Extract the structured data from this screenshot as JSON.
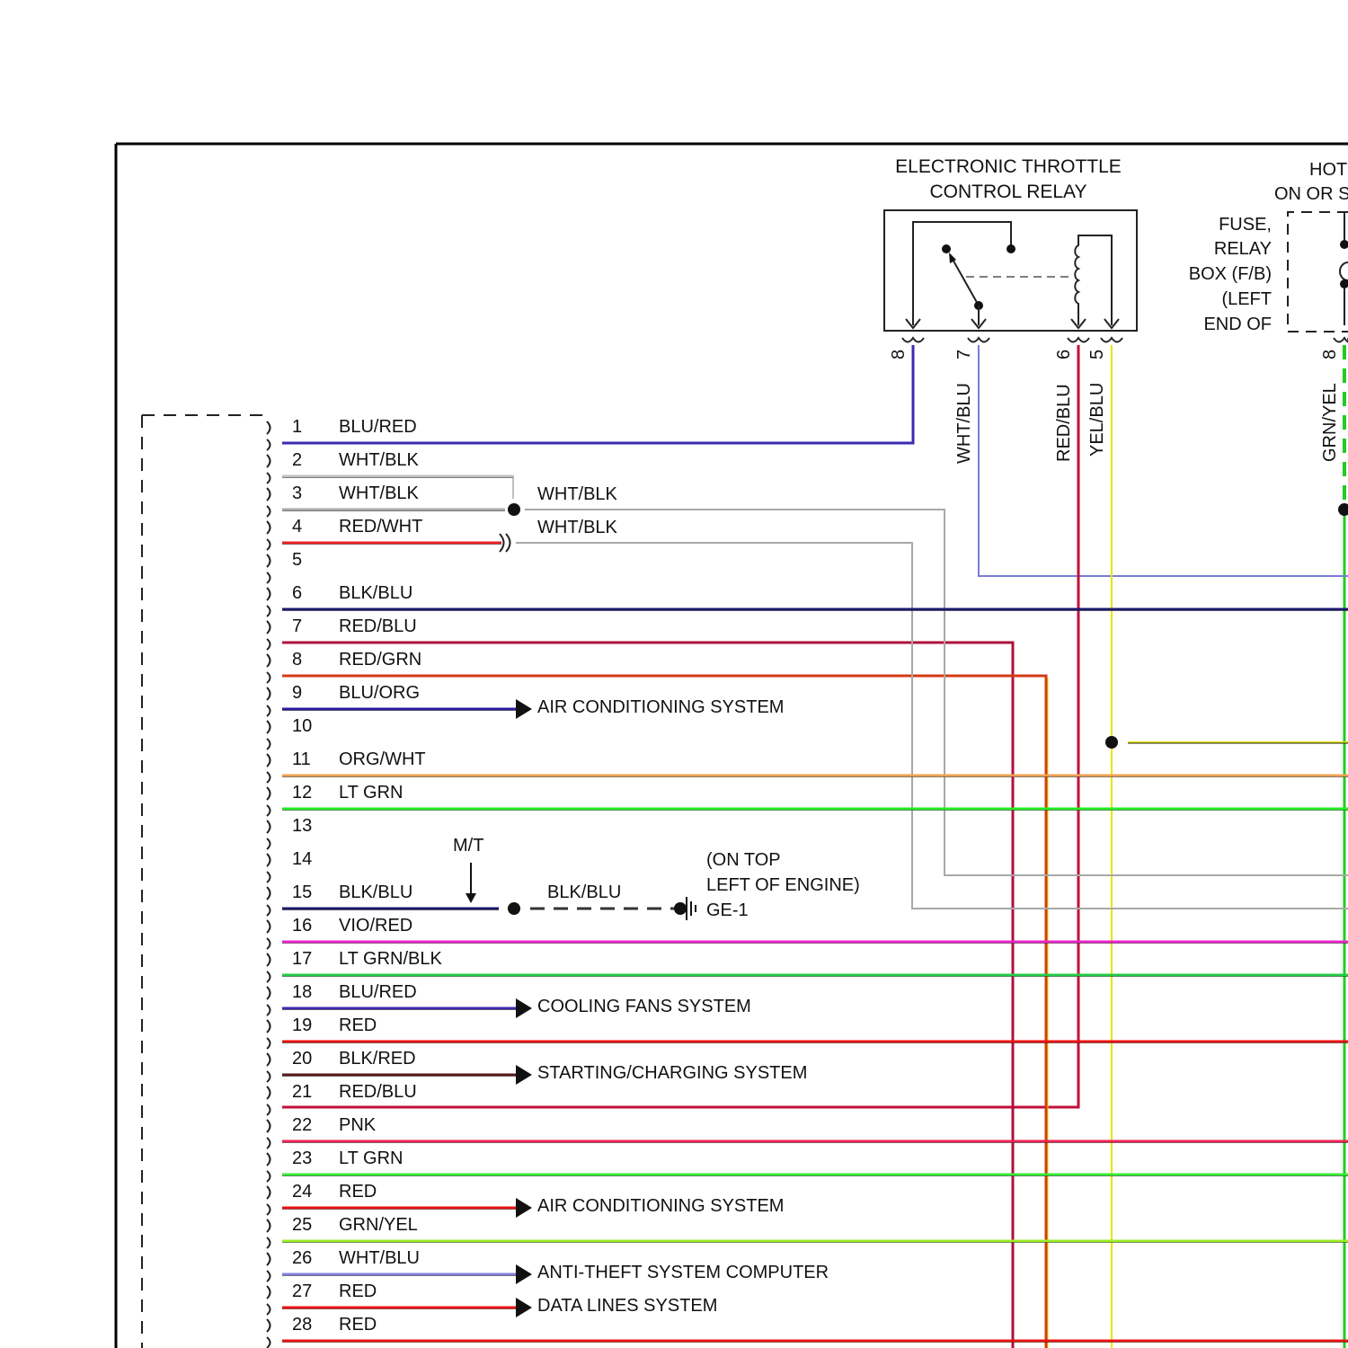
{
  "relay": {
    "title_line1": "ELECTRONIC THROTTLE",
    "title_line2": "CONTROL RELAY",
    "pins": [
      {
        "pin": "8",
        "wire": "",
        "color": "#3a1fa8"
      },
      {
        "pin": "7",
        "wire": "WHT/BLU",
        "color": "#7b7bd6"
      },
      {
        "pin": "6",
        "wire": "RED/BLU",
        "color": "#b0103a"
      },
      {
        "pin": "5",
        "wire": "YEL/BLU",
        "color": "#e6e600"
      }
    ]
  },
  "fuse_box": {
    "heading_line1": "HOT",
    "heading_line2": "ON OR S",
    "label_lines": [
      "FUSE,",
      "RELAY",
      "BOX (F/B)",
      "(LEFT",
      "END OF"
    ],
    "pin": "8",
    "wire": "GRN/YEL",
    "color": "#22cc22"
  },
  "connector_rows": [
    {
      "num": "1",
      "wire": "BLU/RED",
      "color": "#3b2bb0"
    },
    {
      "num": "2",
      "wire": "WHT/BLK",
      "color": "#c0c0c0"
    },
    {
      "num": "3",
      "wire": "WHT/BLK",
      "color": "#a8a8a8"
    },
    {
      "num": "4",
      "wire": "RED/WHT",
      "color": "#ee2222"
    },
    {
      "num": "5",
      "wire": "",
      "color": ""
    },
    {
      "num": "6",
      "wire": "BLK/BLU",
      "color": "#1a1a6e"
    },
    {
      "num": "7",
      "wire": "RED/BLU",
      "color": "#b0103a"
    },
    {
      "num": "8",
      "wire": "RED/GRN",
      "color": "#d43a14"
    },
    {
      "num": "9",
      "wire": "BLU/ORG",
      "color": "#2a1a9e"
    },
    {
      "num": "10",
      "wire": "",
      "color": ""
    },
    {
      "num": "11",
      "wire": "ORG/WHT",
      "color": "#f0a050"
    },
    {
      "num": "12",
      "wire": "LT GRN",
      "color": "#22ee22"
    },
    {
      "num": "13",
      "wire": "",
      "color": ""
    },
    {
      "num": "14",
      "wire": "",
      "color": ""
    },
    {
      "num": "15",
      "wire": "BLK/BLU",
      "color": "#1a1a6e"
    },
    {
      "num": "16",
      "wire": "VIO/RED",
      "color": "#ee22cc"
    },
    {
      "num": "17",
      "wire": "LT GRN/BLK",
      "color": "#22cc44"
    },
    {
      "num": "18",
      "wire": "BLU/RED",
      "color": "#3b2bb0"
    },
    {
      "num": "19",
      "wire": "RED",
      "color": "#ee1111"
    },
    {
      "num": "20",
      "wire": "BLK/RED",
      "color": "#5a1a1a"
    },
    {
      "num": "21",
      "wire": "RED/BLU",
      "color": "#c0103a"
    },
    {
      "num": "22",
      "wire": "PNK",
      "color": "#ee2255"
    },
    {
      "num": "23",
      "wire": "LT GRN",
      "color": "#33ee33"
    },
    {
      "num": "24",
      "wire": "RED",
      "color": "#ee1111"
    },
    {
      "num": "25",
      "wire": "GRN/YEL",
      "color": "#99ee22"
    },
    {
      "num": "26",
      "wire": "WHT/BLU",
      "color": "#8080dd"
    },
    {
      "num": "27",
      "wire": "RED",
      "color": "#ee1111"
    },
    {
      "num": "28",
      "wire": "RED",
      "color": "#ee1111"
    }
  ],
  "splice_labels": {
    "upper": "WHT/BLK",
    "lower": "WHT/BLK"
  },
  "ground": {
    "mt_label": "M/T",
    "wire": "BLK/BLU",
    "location_line1": "(ON TOP",
    "location_line2": "LEFT OF ENGINE)",
    "ground_id": "GE-1"
  },
  "system_refs": [
    {
      "row": "9",
      "text": "AIR CONDITIONING SYSTEM"
    },
    {
      "row": "18",
      "text": "COOLING FANS SYSTEM"
    },
    {
      "row": "20",
      "text": "STARTING/CHARGING SYSTEM"
    },
    {
      "row": "24",
      "text": "AIR CONDITIONING SYSTEM"
    },
    {
      "row": "26",
      "text": "ANTI-THEFT SYSTEM COMPUTER"
    },
    {
      "row": "27",
      "text": "DATA LINES SYSTEM"
    }
  ]
}
